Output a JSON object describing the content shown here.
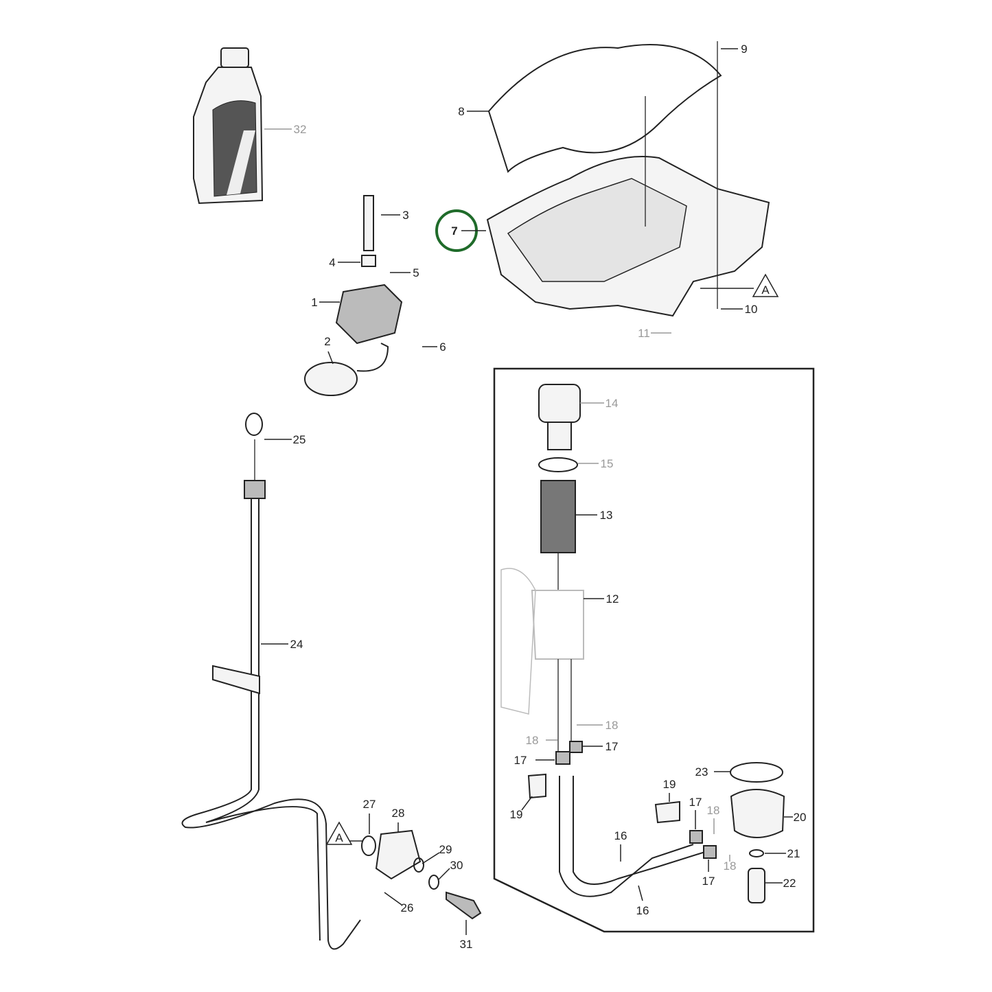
{
  "diagram": {
    "highlight_color": "#1f6b2a",
    "highlighted_part": "7",
    "reference_marker": "A",
    "callouts": [
      {
        "label": "32",
        "tone": "gray"
      },
      {
        "label": "3",
        "tone": "dark"
      },
      {
        "label": "4",
        "tone": "dark"
      },
      {
        "label": "5",
        "tone": "dark"
      },
      {
        "label": "1",
        "tone": "dark"
      },
      {
        "label": "6",
        "tone": "dark"
      },
      {
        "label": "2",
        "tone": "dark"
      },
      {
        "label": "8",
        "tone": "dark"
      },
      {
        "label": "9",
        "tone": "dark"
      },
      {
        "label": "10",
        "tone": "dark"
      },
      {
        "label": "11",
        "tone": "gray"
      },
      {
        "label": "14",
        "tone": "gray"
      },
      {
        "label": "15",
        "tone": "gray"
      },
      {
        "label": "13",
        "tone": "dark"
      },
      {
        "label": "12",
        "tone": "dark"
      },
      {
        "label": "18",
        "tone": "gray"
      },
      {
        "label": "18",
        "tone": "gray"
      },
      {
        "label": "17",
        "tone": "dark"
      },
      {
        "label": "17",
        "tone": "dark"
      },
      {
        "label": "19",
        "tone": "dark"
      },
      {
        "label": "19",
        "tone": "dark"
      },
      {
        "label": "23",
        "tone": "dark"
      },
      {
        "label": "17",
        "tone": "dark"
      },
      {
        "label": "18",
        "tone": "gray"
      },
      {
        "label": "20",
        "tone": "dark"
      },
      {
        "label": "16",
        "tone": "dark"
      },
      {
        "label": "18",
        "tone": "gray"
      },
      {
        "label": "21",
        "tone": "dark"
      },
      {
        "label": "17",
        "tone": "dark"
      },
      {
        "label": "22",
        "tone": "dark"
      },
      {
        "label": "16",
        "tone": "dark"
      },
      {
        "label": "25",
        "tone": "dark"
      },
      {
        "label": "24",
        "tone": "dark"
      },
      {
        "label": "27",
        "tone": "dark"
      },
      {
        "label": "28",
        "tone": "dark"
      },
      {
        "label": "29",
        "tone": "dark"
      },
      {
        "label": "30",
        "tone": "dark"
      },
      {
        "label": "26",
        "tone": "dark"
      },
      {
        "label": "31",
        "tone": "dark"
      }
    ]
  }
}
